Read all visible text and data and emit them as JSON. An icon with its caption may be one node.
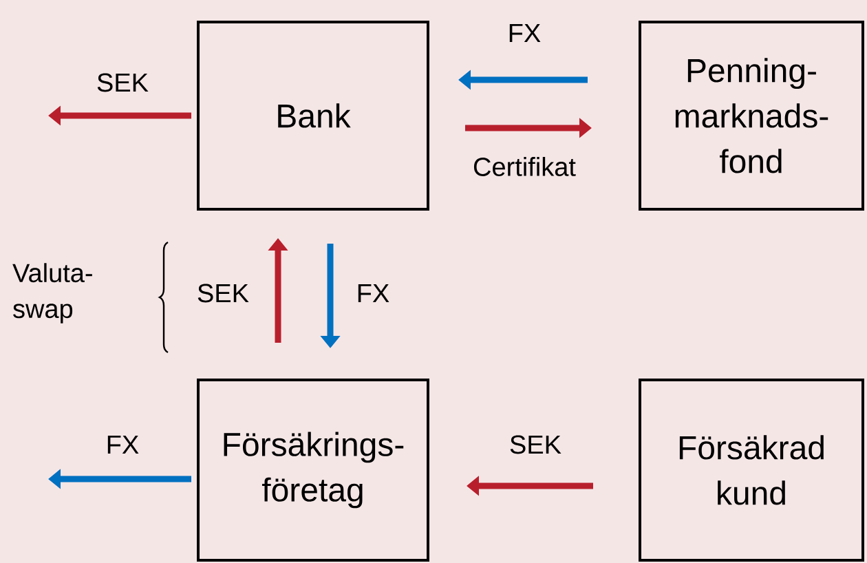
{
  "diagram": {
    "nodes": [
      {
        "text": [
          "Bank"
        ]
      },
      {
        "text": [
          "Penning- marknads- fond"
        ]
      },
      {
        "text": [
          "Försäkrings- företag"
        ]
      },
      {
        "text": [
          "Försäkrad kund"
        ]
      }
    ],
    "edges": [
      {
        "from": 0,
        "to": null,
        "arrow": "to",
        "label": "SEK",
        "color": "#b81f2c"
      },
      {
        "from": 1,
        "to": 0,
        "arrow": "to",
        "label": "FX",
        "color": "#0070c0"
      },
      {
        "from": 0,
        "to": 1,
        "arrow": "to",
        "label": "Certifikat",
        "color": "#b81f2c"
      },
      {
        "from": 2,
        "to": 0,
        "arrow": "to",
        "label": "SEK",
        "color": "#b81f2c"
      },
      {
        "from": 0,
        "to": 2,
        "arrow": "to",
        "label": "FX",
        "color": "#0070c0"
      },
      {
        "from": 2,
        "to": null,
        "arrow": "to",
        "label": "FX",
        "color": "#0070c0"
      },
      {
        "from": 3,
        "to": 2,
        "arrow": "to",
        "label": "SEK",
        "color": "#b81f2c"
      }
    ],
    "labels": [
      "Valuta- swap"
    ]
  }
}
